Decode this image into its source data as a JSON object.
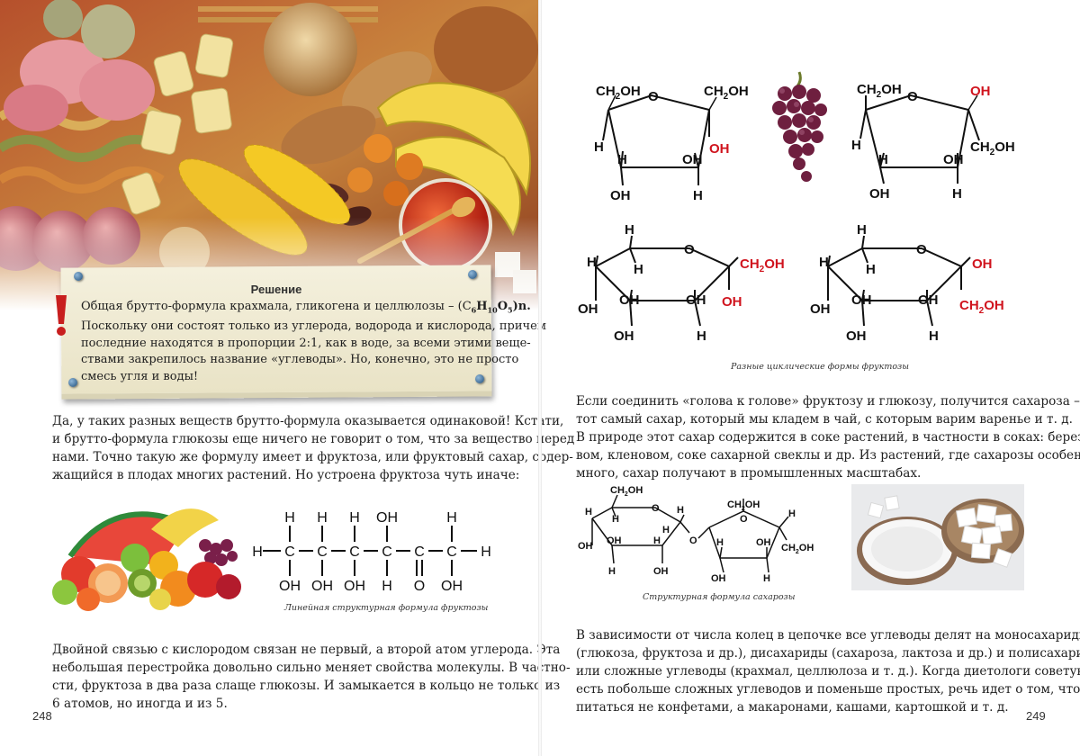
{
  "left_page": {
    "number": "248",
    "note": {
      "title": "Решение",
      "line_1": "Общая брутто-формула крахмала, гликогена и целлюлозы – (C",
      "sub_6": "6",
      "formula_h": "H",
      "sub_10": "10",
      "formula_o": "O",
      "sub_5": "5",
      "formula_end": ")n.",
      "line_2": "Поскольку они состоят только из углерода, водорода и кислорода, причем",
      "line_3": "последние находятся в пропорции 2:1, как в воде, за всеми этими веще-",
      "line_4": "ствами закрепилось название «углеводы». Но, конечно, это не просто",
      "line_5": "смесь угля и воды!"
    },
    "paragraph_1": [
      "Да, у таких разных веществ брутто-формула оказывается одинаковой! Кстати,",
      "и брутто-формула глюкозы еще ничего не говорит о том, что за вещество перед",
      "нами. Точно такую же формулу имеет и фруктоза, или фруктовый сахар, содер-",
      "жащийся в плодах многих растений. Но устроена фруктоза чуть иначе:"
    ],
    "linear_formula": {
      "top": [
        "H",
        "H",
        "H",
        "OH",
        "H"
      ],
      "bottom": [
        "OH",
        "OH",
        "OH",
        "H",
        "O",
        "OH"
      ],
      "atom_h": "H",
      "atom_c": "C",
      "caption": "Линейная структурная формула фруктозы"
    },
    "paragraph_2": [
      "Двойной связью с кислородом связан не первый, а второй атом углерода. Эта",
      "небольшая перестройка довольно сильно меняет свойства молекулы. В частно-",
      "сти, фруктоза в два раза слаще глюкозы. И замыкается в кольцо не только из",
      "6 атомов, но иногда и из 5."
    ]
  },
  "right_page": {
    "number": "249",
    "cyclic_forms": {
      "ch2oh": "CH",
      "sub_2": "2",
      "oh_suffix": "OH",
      "atom_o": "O",
      "atom_h": "H",
      "group_oh": "OH",
      "caption": "Разные циклические формы фруктозы"
    },
    "paragraph_1": [
      "Если соединить «голова к голове» фруктозу и глюкозу, получится сахароза –",
      "тот самый сахар, который мы кладем в чай, с которым варим варенье и т. д.",
      "В природе этот сахар содержится в соке растений, в частности в соках: березо-",
      "вом, кленовом, соке сахарной свеклы и др. Из растений, где сахарозы особенно",
      "много, сахар получают в промышленных масштабах."
    ],
    "sucrose_caption": "Структурная формула сахарозы",
    "paragraph_2": [
      "В зависимости от числа колец в цепочке все углеводы делят на моносахариды",
      "(глюкоза, фруктоза и др.), дисахариды (сахароза, лактоза и др.) и полисахариды,",
      "или сложные углеводы (крахмал, целлюлоза и т. д.). Когда диетологи советуют",
      "есть побольше сложных углеводов и поменьше простых, речь идет о том, чтобы",
      "питаться не конфетами, а макаронами, кашами, картошкой и т. д."
    ]
  },
  "colors": {
    "accent_red": "#d0141e",
    "text": "#1e1e1e",
    "note_paper": "#f1edd8"
  }
}
